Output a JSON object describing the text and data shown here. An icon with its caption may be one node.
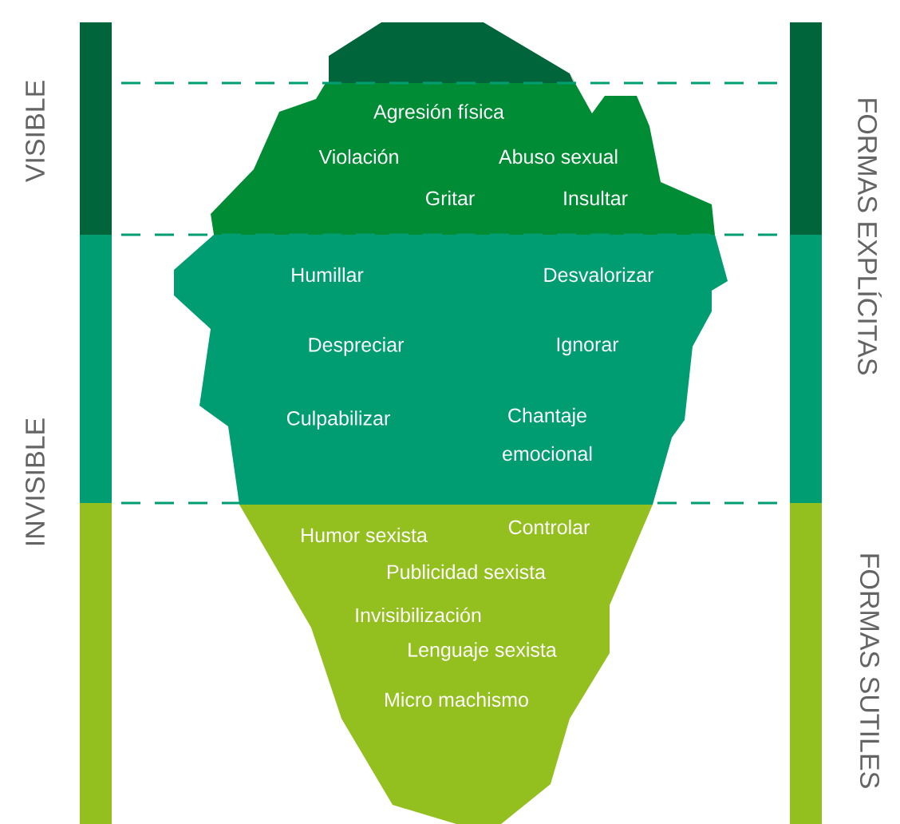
{
  "diagram": {
    "nodes": [
      {
        "text": [
          "Agresión física",
          "Violación",
          "Abuso sexual",
          "Gritar",
          "Insultar"
        ]
      },
      {
        "text": [
          "Humillar",
          "Desvalorizar",
          "Despreciar",
          "Ignorar",
          "Culpabilizar",
          "Chantaje emocional"
        ]
      },
      {
        "text": [
          "Humor sexista",
          "Controlar",
          "Publicidad sexista",
          "Invisibilización",
          "Lenguaje sexista",
          "Micro machismo"
        ]
      }
    ],
    "labels": [
      "VISIBLE",
      "INVISIBLE",
      "FORMAS EXPLÍCITAS",
      "FORMAS SUTILES"
    ]
  }
}
